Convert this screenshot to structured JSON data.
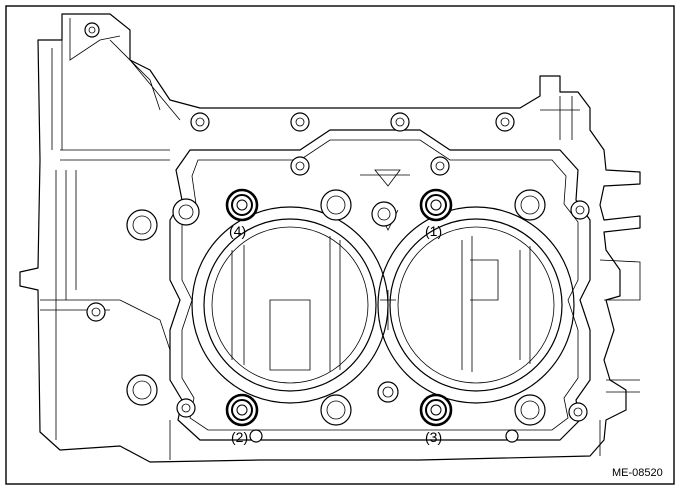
{
  "figure": {
    "callouts": [
      {
        "id": "bolt-1",
        "label": "(1)"
      },
      {
        "id": "bolt-2",
        "label": "(2)"
      },
      {
        "id": "bolt-3",
        "label": "(3)"
      },
      {
        "id": "bolt-4",
        "label": "(4)"
      }
    ],
    "figure_code": "ME-08520",
    "colors": {
      "line": "#000000",
      "background": "#ffffff"
    }
  }
}
